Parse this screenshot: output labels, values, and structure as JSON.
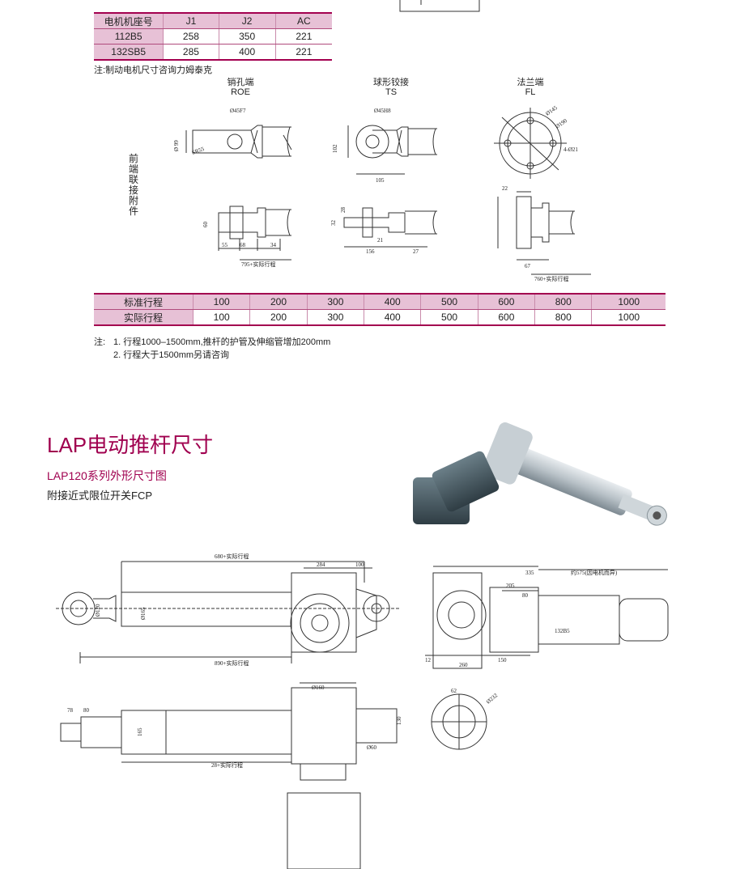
{
  "motor_table": {
    "header": [
      "电机机座号",
      "J1",
      "J2",
      "AC"
    ],
    "rows": [
      [
        "112B5",
        "258",
        "350",
        "221"
      ],
      [
        "132SB5",
        "285",
        "400",
        "221"
      ]
    ],
    "note": "注:制动电机尺寸咨询力姆泰克"
  },
  "attachments": {
    "side_label": "前端联接附件",
    "roe": {
      "cn": "销孔端",
      "en": "ROE"
    },
    "ts": {
      "cn": "球形铰接",
      "en": "TS"
    },
    "fl": {
      "cn": "法兰端",
      "en": "FL"
    },
    "dims": {
      "roe_hole": "Ø45F7",
      "roe_d": "Ø 99",
      "roe_sr": "SR55",
      "roe_h": "60",
      "roe_a": "55",
      "roe_b": "68",
      "roe_c": "34",
      "roe_len": "795+实际行程",
      "ts_hole": "Ø45H8",
      "ts_h": "102",
      "ts_w": "105",
      "ts_a": "28",
      "ts_b": "32",
      "ts_c": "21",
      "ts_d": "156",
      "ts_e": "27",
      "fl_a": "Ø145",
      "fl_b": "Ø190",
      "fl_c": "4-Ø21",
      "fl_d": "22",
      "fl_e": "67",
      "fl_len": "760+实际行程"
    }
  },
  "stroke_table": {
    "row1_label": "标准行程",
    "row2_label": "实际行程",
    "standard": [
      "100",
      "200",
      "300",
      "400",
      "500",
      "600",
      "800",
      "1000"
    ],
    "actual": [
      "100",
      "200",
      "300",
      "400",
      "500",
      "600",
      "800",
      "1000"
    ]
  },
  "notes": {
    "prefix": "注:",
    "line1": "1. 行程1000–1500mm,推杆的护管及伸缩管增加200mm",
    "line2": "2. 行程大于1500mm另请咨询"
  },
  "section": {
    "title": "LAP电动推杆尺寸",
    "subtitle": "LAP120系列外形尺寸图",
    "subtitle2": "附接近式限位开关FCP"
  },
  "drawing": {
    "top_len": "680+实际行程",
    "d284": "284",
    "d100": "100",
    "d165": "Ø165",
    "d120": "Ø120",
    "bottom_len": "890+实际行程",
    "d335": "335",
    "d205": "205",
    "d80": "80",
    "motor_note": "约575(因电机而异)",
    "motor_code": "132B5",
    "d12": "12",
    "d150": "150",
    "d260": "260",
    "d78": "78",
    "d28s": "28+实际行程",
    "d232": "Ø232",
    "d62": "62",
    "d160": "Ø160",
    "d130": "130",
    "d165b": "165",
    "d60": "Ø60"
  }
}
